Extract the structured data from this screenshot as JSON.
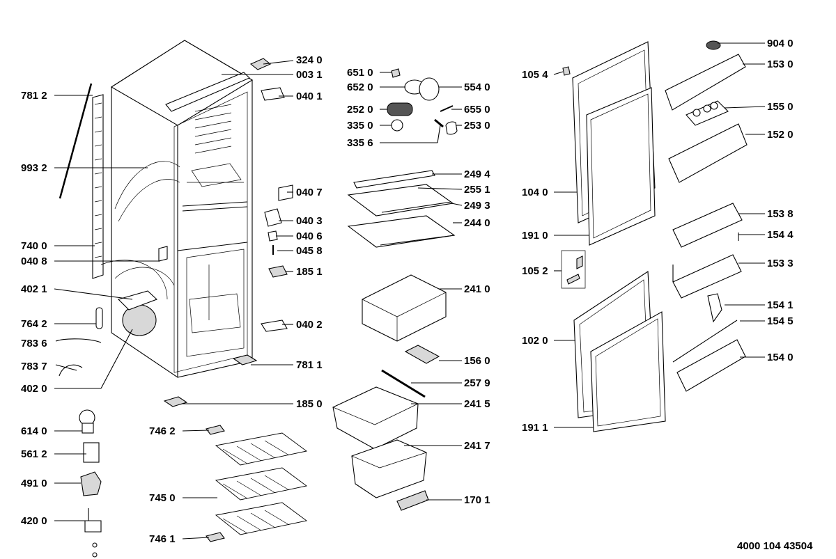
{
  "diagram": {
    "document_number": "4000 104 43504",
    "parts": [
      {
        "code": "781 2"
      },
      {
        "code": "324 0"
      },
      {
        "code": "003 1"
      },
      {
        "code": "040 1"
      },
      {
        "code": "993 2"
      },
      {
        "code": "040 7"
      },
      {
        "code": "040 3"
      },
      {
        "code": "040 6"
      },
      {
        "code": "740 0"
      },
      {
        "code": "045 8"
      },
      {
        "code": "040 8"
      },
      {
        "code": "185 1"
      },
      {
        "code": "402 1"
      },
      {
        "code": "764 2"
      },
      {
        "code": "040 2"
      },
      {
        "code": "783 6"
      },
      {
        "code": "783 7"
      },
      {
        "code": "781 1"
      },
      {
        "code": "402 0"
      },
      {
        "code": "185 0"
      },
      {
        "code": "614 0"
      },
      {
        "code": "746 2"
      },
      {
        "code": "561 2"
      },
      {
        "code": "491 0"
      },
      {
        "code": "745 0"
      },
      {
        "code": "420 0"
      },
      {
        "code": "746 1"
      },
      {
        "code": "651 0"
      },
      {
        "code": "652 0"
      },
      {
        "code": "554 0"
      },
      {
        "code": "252 0"
      },
      {
        "code": "655 0"
      },
      {
        "code": "335 0"
      },
      {
        "code": "253 0"
      },
      {
        "code": "335 6"
      },
      {
        "code": "249 4"
      },
      {
        "code": "255 1"
      },
      {
        "code": "249 3"
      },
      {
        "code": "244 0"
      },
      {
        "code": "241 0"
      },
      {
        "code": "156 0"
      },
      {
        "code": "257 9"
      },
      {
        "code": "241 5"
      },
      {
        "code": "241 7"
      },
      {
        "code": "170 1"
      },
      {
        "code": "105 4"
      },
      {
        "code": "104 0"
      },
      {
        "code": "191 0"
      },
      {
        "code": "105 2"
      },
      {
        "code": "102 0"
      },
      {
        "code": "191 1"
      },
      {
        "code": "904 0"
      },
      {
        "code": "153 0"
      },
      {
        "code": "155 0"
      },
      {
        "code": "152 0"
      },
      {
        "code": "153 8"
      },
      {
        "code": "154 4"
      },
      {
        "code": "153 3"
      },
      {
        "code": "154 1"
      },
      {
        "code": "154 5"
      },
      {
        "code": "154 0"
      }
    ]
  }
}
